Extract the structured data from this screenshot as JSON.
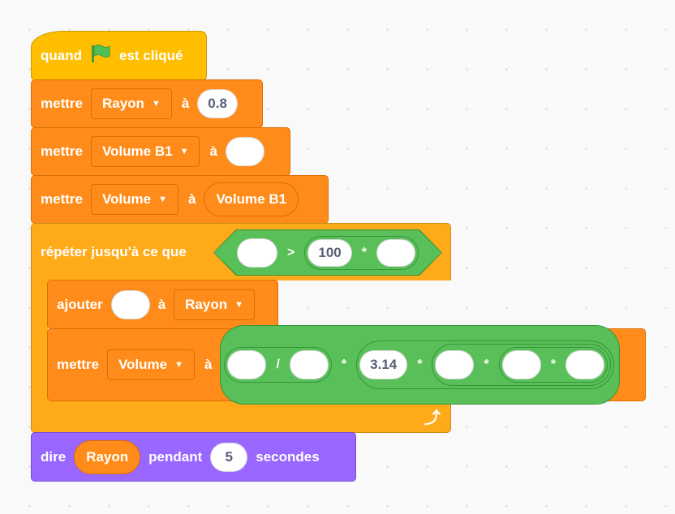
{
  "hat": {
    "when": "quand",
    "clicked": "est cliqué",
    "flag_color": "#4cbf56"
  },
  "set1": {
    "verb": "mettre",
    "var": "Rayon",
    "to": "à",
    "value": "0.8"
  },
  "set2": {
    "verb": "mettre",
    "var": "Volume B1",
    "to": "à",
    "value": ""
  },
  "set3": {
    "verb": "mettre",
    "var": "Volume",
    "to": "à",
    "reporter": "Volume B1"
  },
  "repeat": {
    "label": "répéter jusqu'à ce que",
    "gt": ">",
    "value": "100",
    "times": "*"
  },
  "change": {
    "verb": "ajouter",
    "to": "à",
    "var": "Rayon"
  },
  "set4": {
    "verb": "mettre",
    "var": "Volume",
    "to": "à",
    "div": "/",
    "times": "*",
    "pi": "3.14"
  },
  "say": {
    "verb": "dire",
    "reporter": "Rayon",
    "for": "pendant",
    "secs": "5",
    "unit": "secondes"
  },
  "colors": {
    "event": "#ffbf00",
    "variables": "#ff8c1a",
    "control": "#ffab19",
    "operators": "#59c059",
    "looks": "#9966ff"
  }
}
